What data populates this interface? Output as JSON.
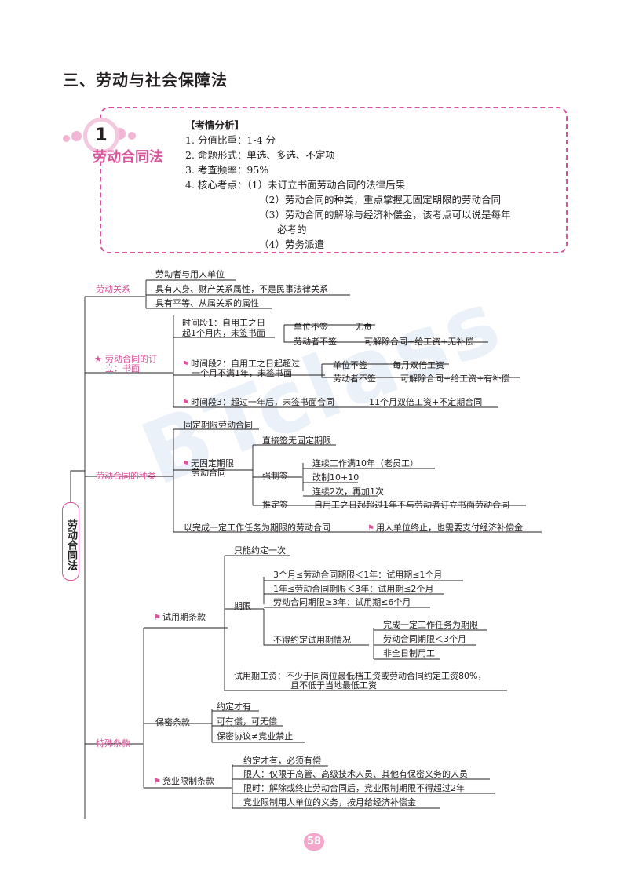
{
  "heading": "三、劳动与社会保障法",
  "badge": {
    "number": "1",
    "label": "劳动合同法"
  },
  "analysis": {
    "head": "【考情分析】",
    "lines": [
      "1. 分值比重：1-4 分",
      "2. 命题形式：单选、多选、不定项",
      "3. 考查频率：95%",
      "4. 核心考点：（1）未订立书面劳动合同的法律后果"
    ],
    "sub": [
      "（2）劳动合同的种类，重点掌握无固定期限的劳动合同",
      "（3）劳动合同的解除与经济补偿金，该考点可以说是每年",
      "必考的",
      "（4）劳务派遣"
    ]
  },
  "root": "劳动合同法",
  "sections": {
    "relation": {
      "label": "劳动关系",
      "items": [
        "劳动者与用人单位",
        "具有人身、财产关系属性，不是民事法律关系",
        "具有平等、从属关系的属性"
      ]
    },
    "conclusion": {
      "label1": "劳动合同的订",
      "label2": "立：书面",
      "p1a": "时间段1：自用工之日",
      "p1b": "起1个月内，未签书面",
      "p1_emp": "单位不签",
      "p1_emp_r": "无责",
      "p1_wk": "劳动者不签",
      "p1_wk_r": "可解除合同+给工资+无补偿",
      "p2a": "时间段2：自用工之日起超过",
      "p2b": "一个月不满1年，未签书面",
      "p2_emp": "单位不签",
      "p2_emp_r": "每月双倍工资",
      "p2_wk": "劳动者不签",
      "p2_wk_r": "可解除合同+给工资+有补偿",
      "p3": "时间段3：超过一年后，未签书面合同",
      "p3_r": "11个月双倍工资+不定期合同"
    },
    "types": {
      "label": "劳动合同的种类",
      "fixed": "固定期限劳动合同",
      "open1": "无固定期限",
      "open2": "劳动合同",
      "direct": "直接签无固定期限",
      "forced": "强制签",
      "f1": "连续工作满10年（老员工）",
      "f2": "改制10+10",
      "f3": "连续2次，再加1次",
      "presumed": "推定签",
      "presumed_r": "自用工之日起超过1年不与劳动者订立书面劳动合同",
      "task": "以完成一定工作任务为期限的劳动合同",
      "task_r": "用人单位终止，也需要支付经济补偿金"
    },
    "special": {
      "label": "特殊条款",
      "probation": "试用期条款",
      "once": "只能约定一次",
      "period": "期限",
      "p1": "3个月≤劳动合同期限＜1年：试用期≤1个月",
      "p2": "1年≤劳动合同期限＜3年：试用期≤2个月",
      "p3": "劳动合同期限≥3年：试用期≤6个月",
      "noprob": "不得约定试用期情况",
      "n1": "完成一定工作任务为期限",
      "n2": "劳动合同期限＜3个月",
      "n3": "非全日制用工",
      "wage1": "试用期工资：不少于同岗位最低档工资或劳动合同约定工资80%，",
      "wage2": "且不低于当地最低工资",
      "secret": "保密条款",
      "s1": "约定才有",
      "s2": "可有偿，可无偿",
      "s3": "保密协议≠竞业禁止",
      "noncompete": "竞业限制条款",
      "c1": "约定才有，必须有偿",
      "c2": "限人：仅限于高管、高级技术人员、其他有保密义务的人员",
      "c3": "限时：解除或终止劳动合同后，竞业限制期限不得超过2年",
      "c4": "竞业限制用人单位的义务，按月给经济补偿金"
    }
  },
  "page": "58",
  "colors": {
    "accent": "#d9559a",
    "line": "#231f20"
  }
}
